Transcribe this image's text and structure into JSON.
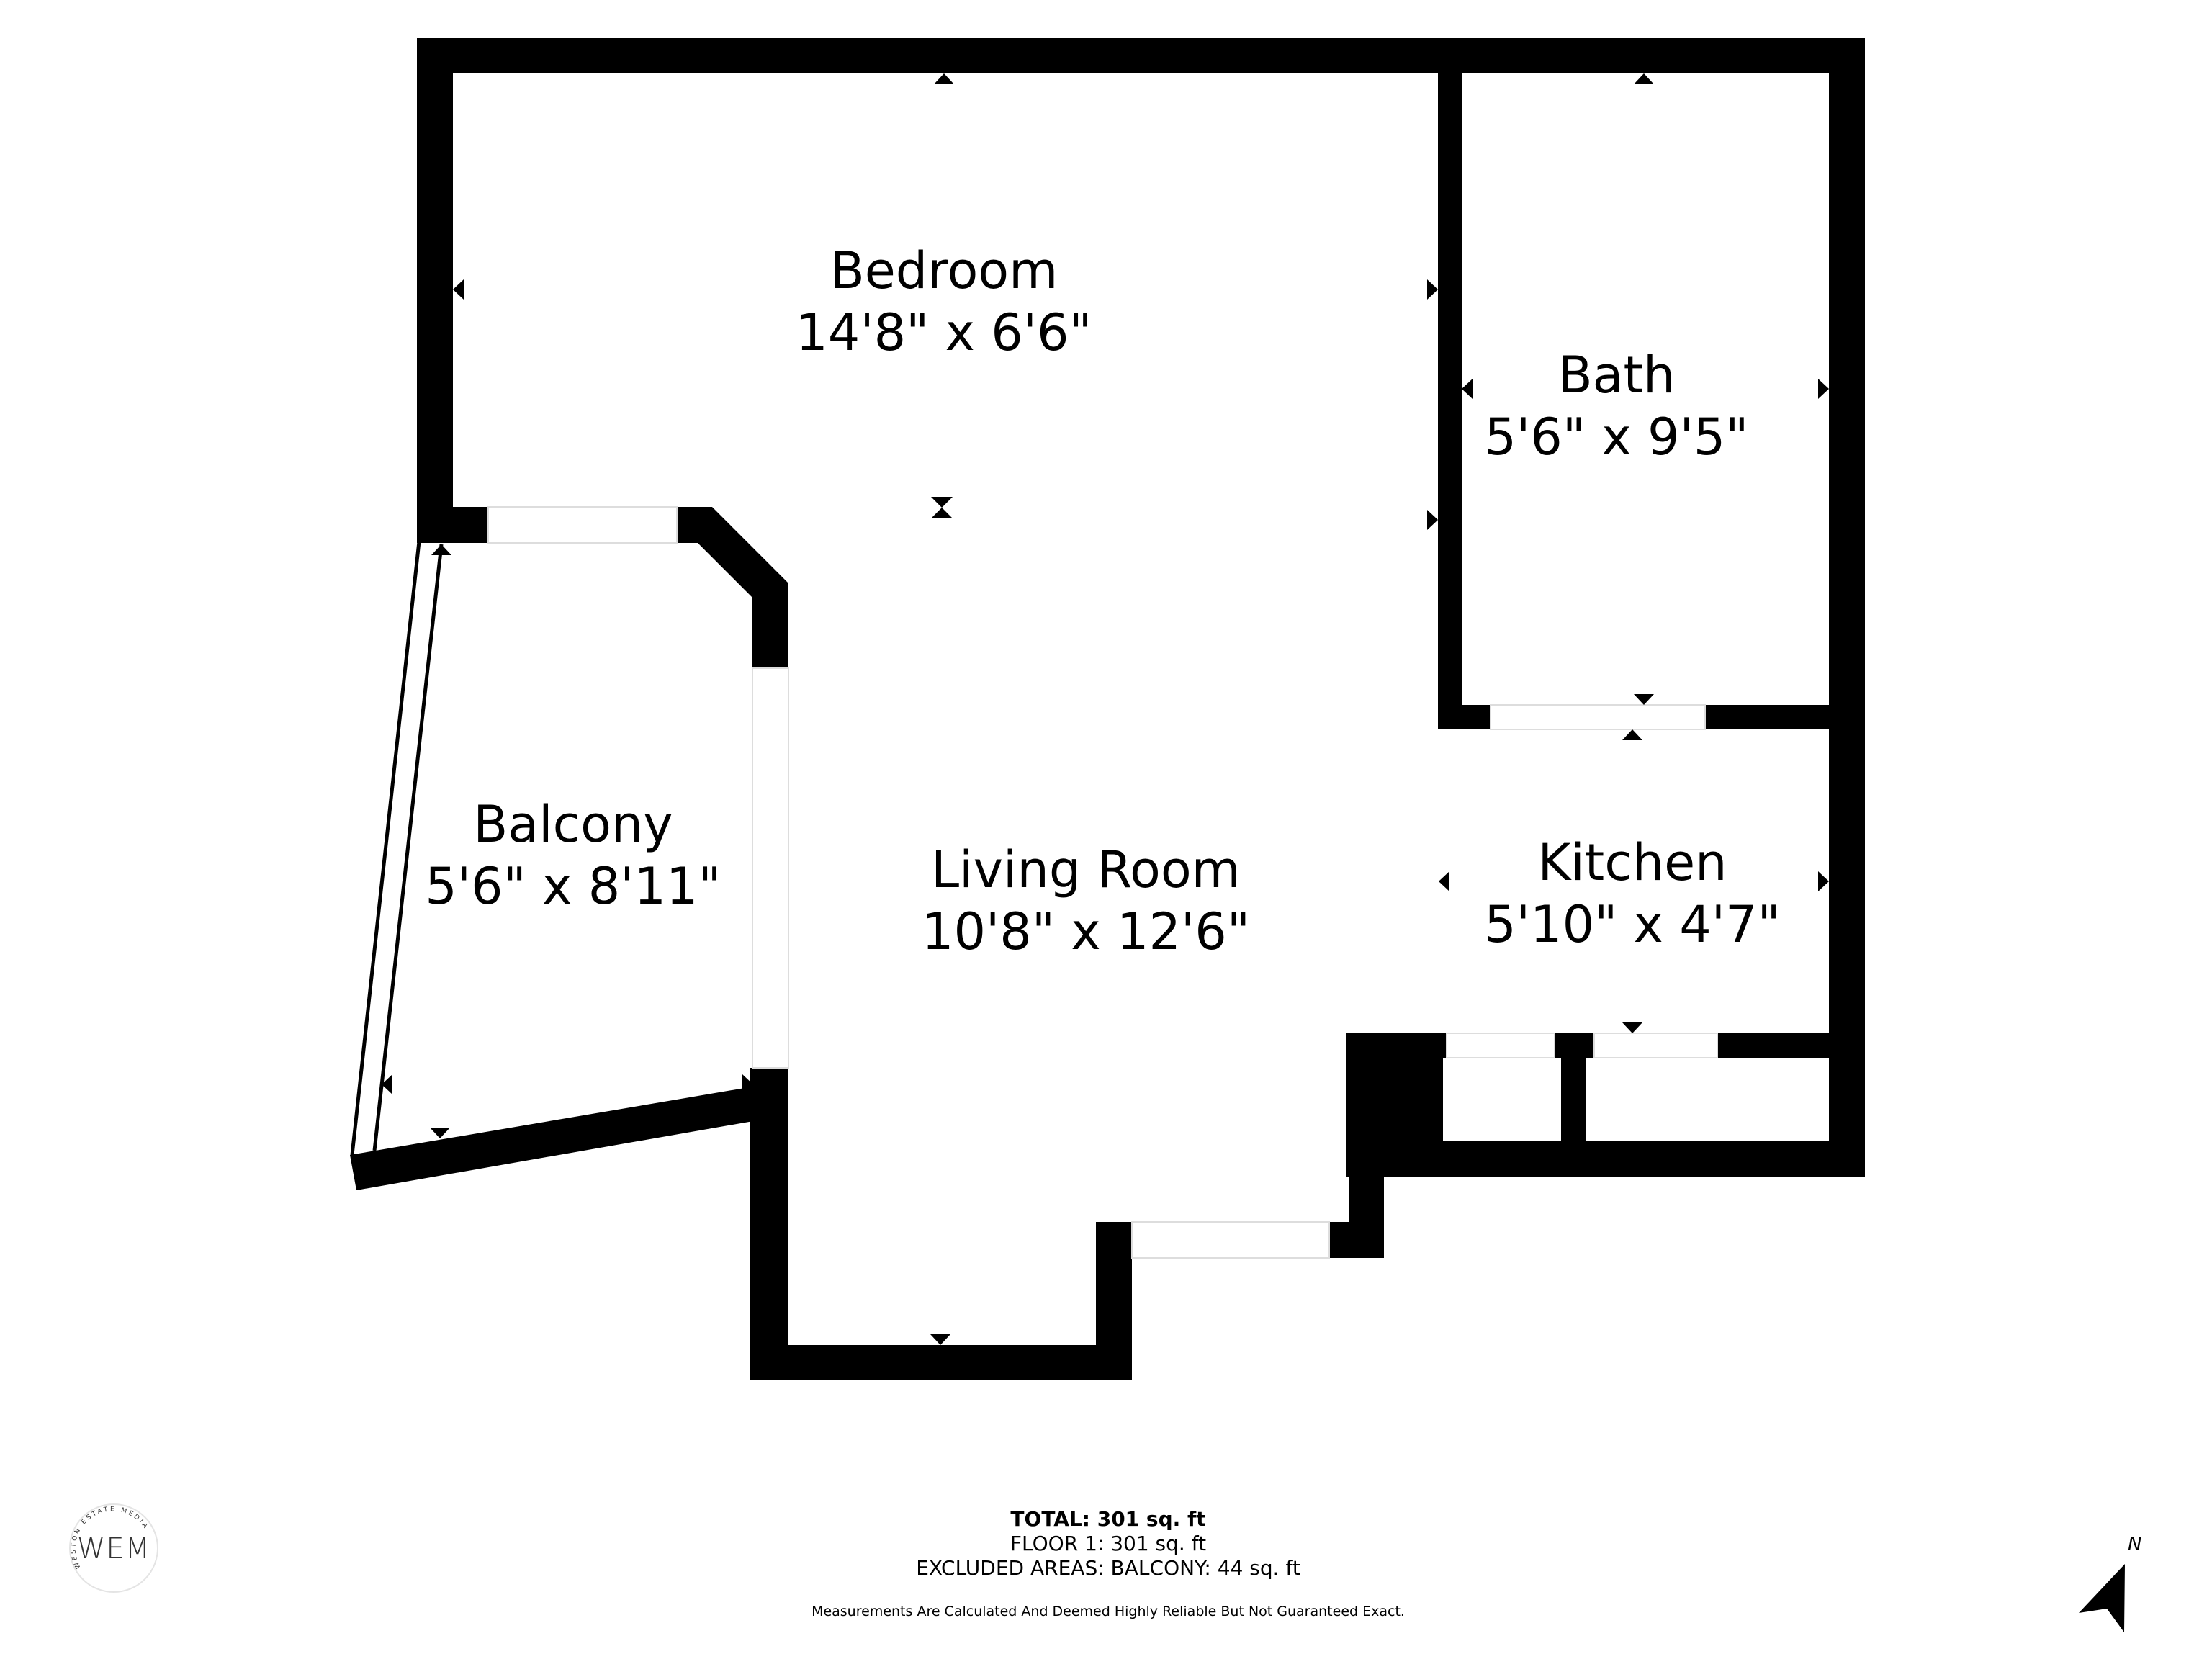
{
  "rooms": [
    {
      "name": "Bedroom",
      "dimensions": "14'8\" x 6'6\""
    },
    {
      "name": "Bath",
      "dimensions": "5'6\" x 9'5\""
    },
    {
      "name": "Balcony",
      "dimensions": "5'6\" x 8'11\""
    },
    {
      "name": "Living Room",
      "dimensions": "10'8\" x 12'6\""
    },
    {
      "name": "Kitchen",
      "dimensions": "5'10\" x 4'7\""
    }
  ],
  "summary": {
    "total": "TOTAL: 301 sq. ft",
    "floor": "FLOOR 1: 301 sq. ft",
    "excluded": "EXCLUDED AREAS: BALCONY: 44 sq. ft"
  },
  "disclaimer": "Measurements Are Calculated And Deemed Highly Reliable But Not Guaranteed Exact.",
  "logo": {
    "initials": "WEM",
    "ring_text": "WESTON ESTATE MEDIA"
  },
  "compass": {
    "label": "N",
    "icon": "north-arrow-icon"
  },
  "colors": {
    "wall": "#000000",
    "background": "#ffffff",
    "opening_edge": "#dddddd"
  }
}
